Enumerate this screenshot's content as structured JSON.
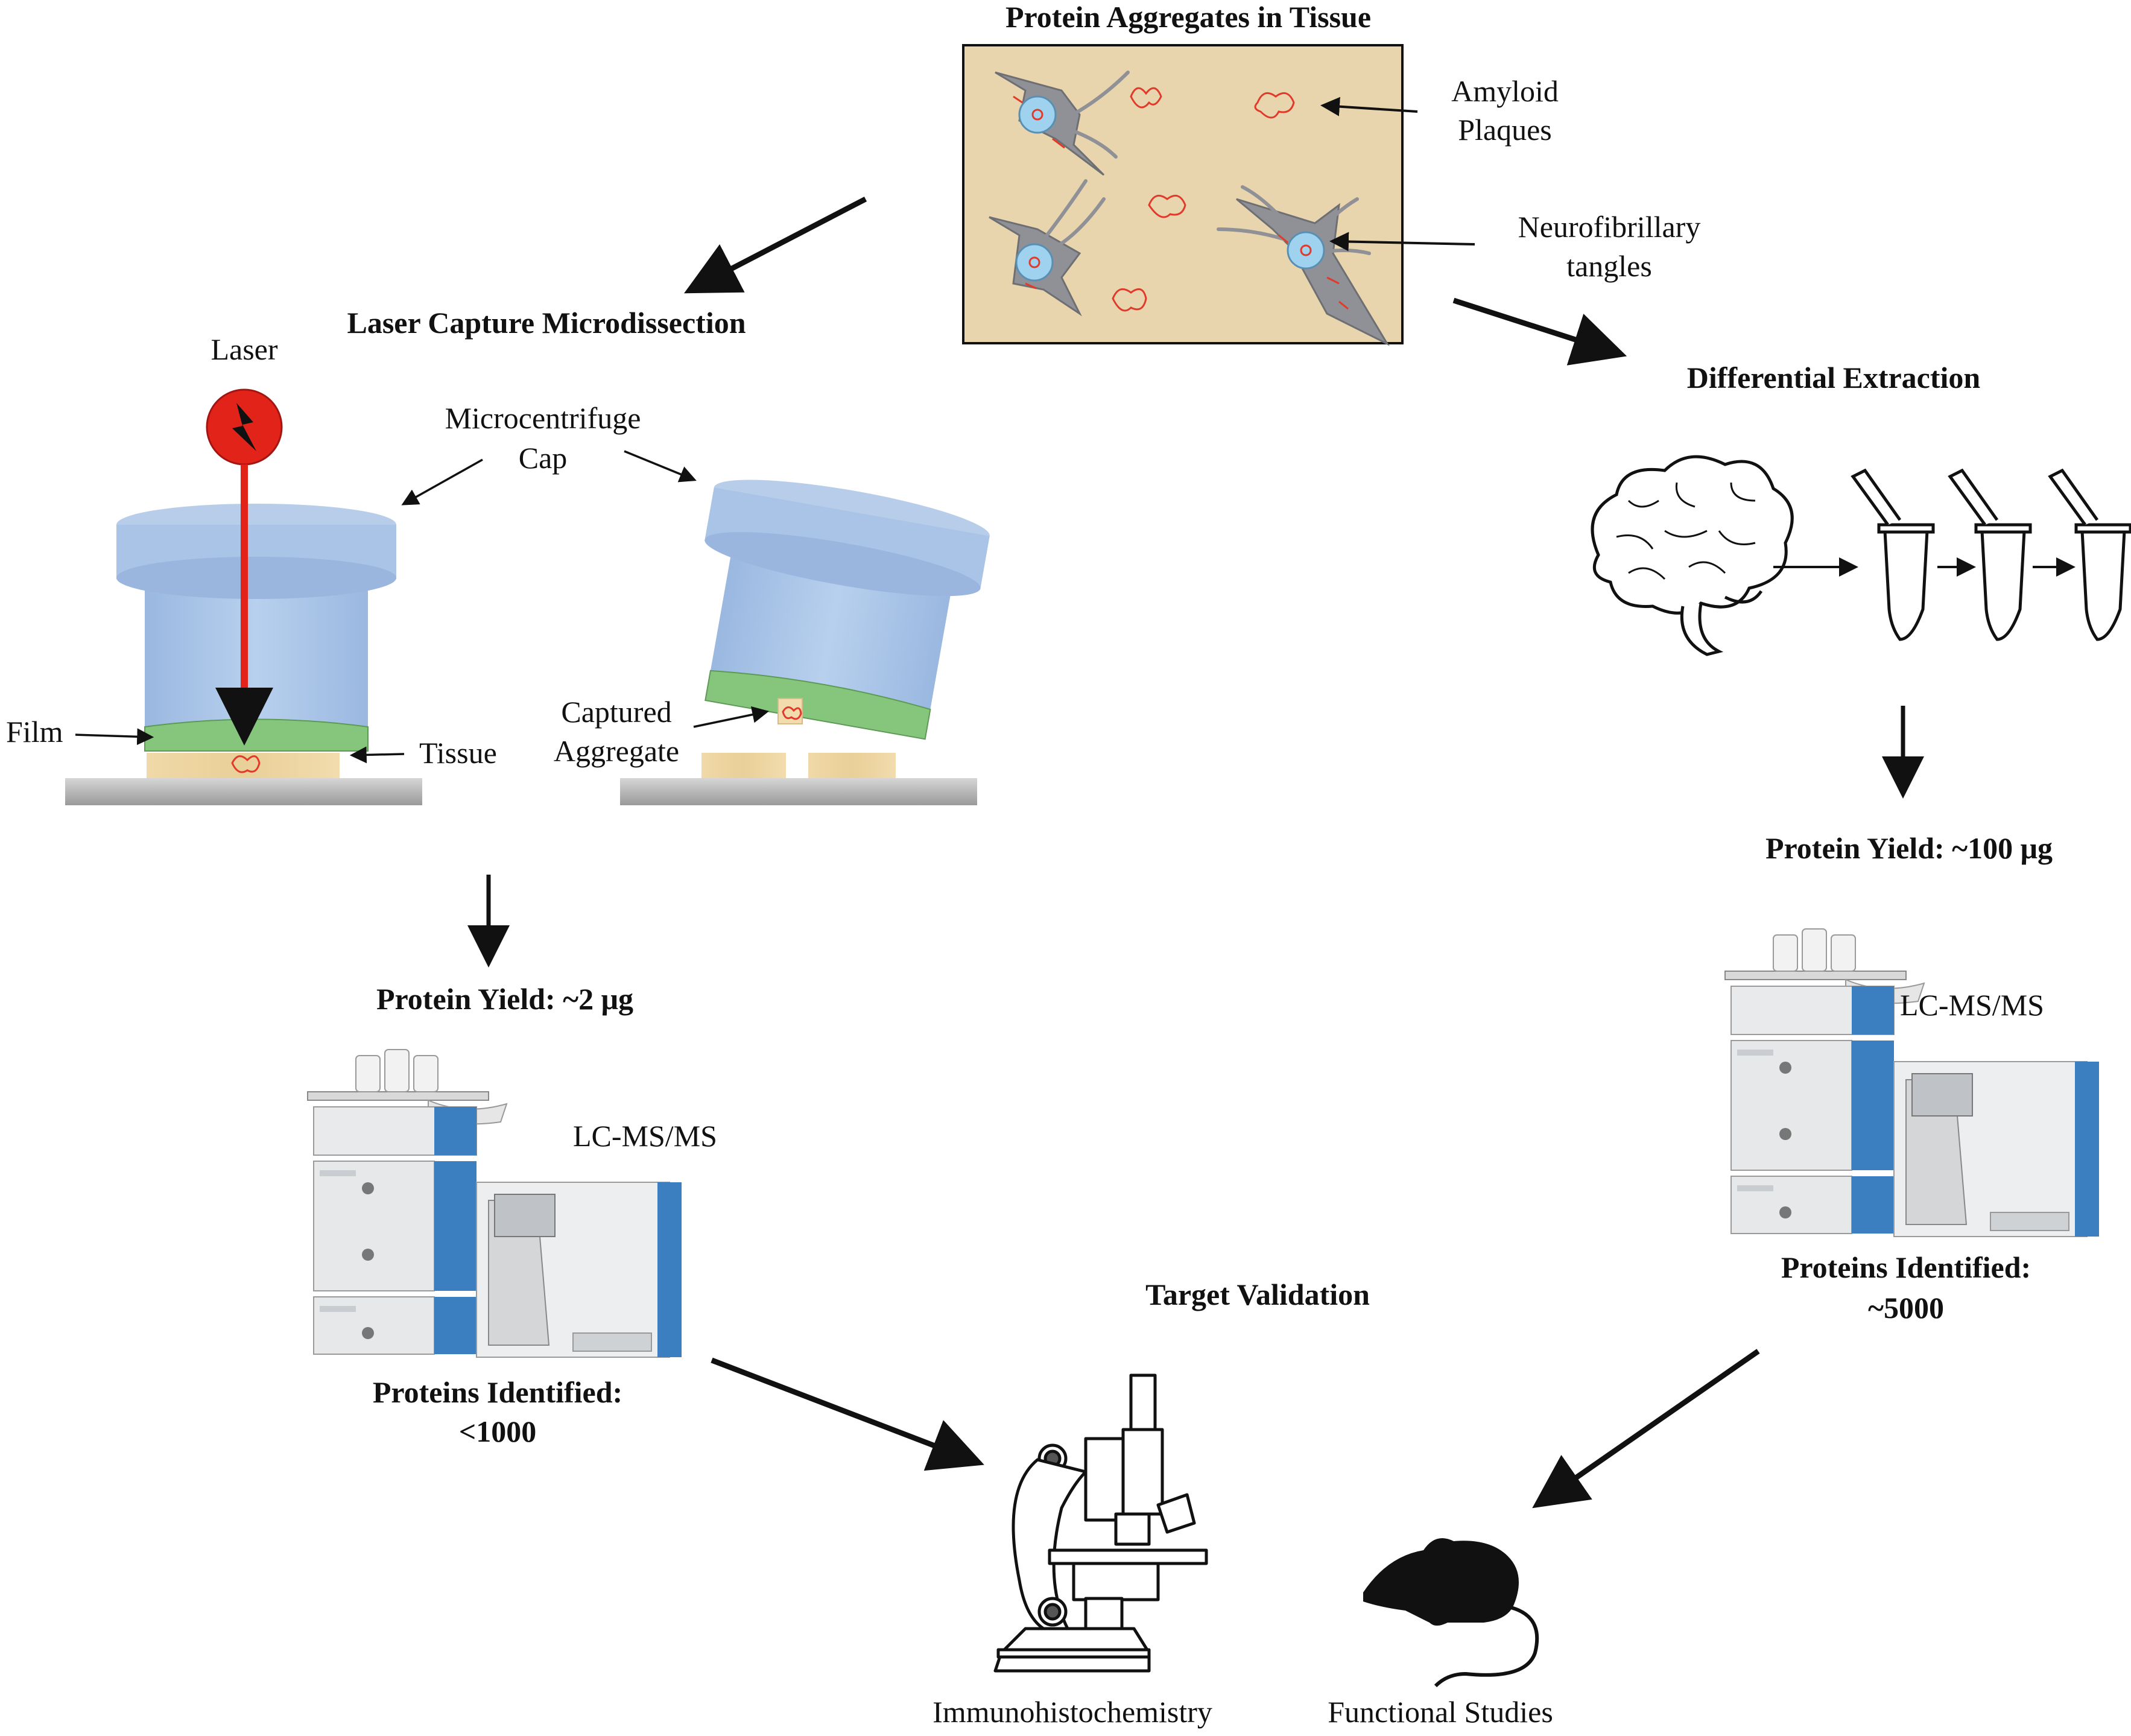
{
  "title_tissue": "Protein Aggregates in Tissue",
  "labels": {
    "amyloid_1": "Amyloid",
    "amyloid_2": "Plaques",
    "nft_1": "Neurofibrillary",
    "nft_2": "tangles",
    "lcm_title": "Laser Capture Microdissection",
    "laser": "Laser",
    "microcentrifuge_1": "Microcentrifuge",
    "microcentrifuge_2": "Cap",
    "film": "Film",
    "tissue": "Tissue",
    "captured_1": "Captured",
    "captured_2": "Aggregate",
    "diff_title": "Differential Extraction",
    "yield_left": "Protein Yield: ~2 μg",
    "yield_right": "Protein Yield: ~100 μg",
    "lcms_left": "LC-MS/MS",
    "lcms_right": "LC-MS/MS",
    "proteins_left_1": "Proteins Identified:",
    "proteins_left_2": "<1000",
    "proteins_right_1": "Proteins Identified:",
    "proteins_right_2": "~5000",
    "target_validation": "Target Validation",
    "ihc": "Immunohistochemistry",
    "functional": "Functional Studies"
  },
  "colors": {
    "tissue_bg": "#e8d4ad",
    "neuron": "#8f9197",
    "nucleus": "#9fd2ee",
    "plaque": "#e23a2a",
    "cap": "#a9c4e6",
    "film": "#86c67c",
    "laser": "#e2231a",
    "slide": "#bcbcbc",
    "lcms_blue": "#3b7fc0"
  }
}
